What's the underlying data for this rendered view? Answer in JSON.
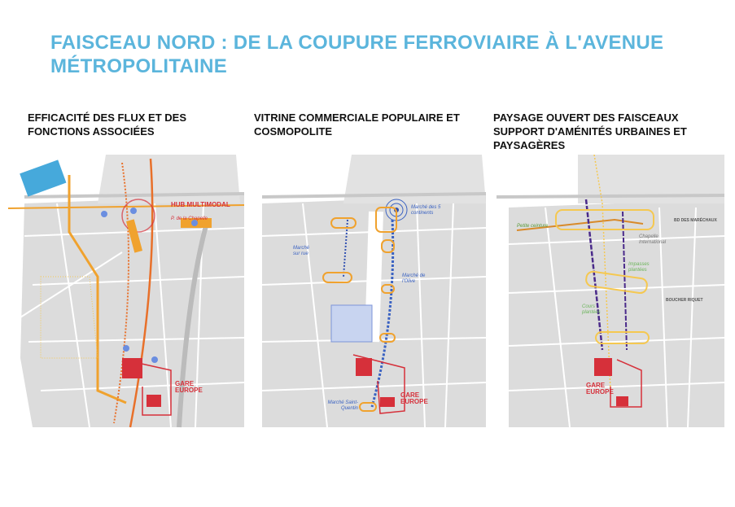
{
  "title": "FAISCEAU NORD : DE LA COUPURE FERROVIAIRE  À L'AVENUE MÉTROPOLITAINE",
  "panels": [
    {
      "title": "EFFICACITÉ DES FLUX ET DES FONCTIONS ASSOCIÉES",
      "labels": {
        "hub": "HUB MULTIMODAL",
        "hub_sub": "P. de la Chapelle",
        "gare": "GARE EUROPE"
      }
    },
    {
      "title": "VITRINE COMMERCIALE POPULAIRE ET COSMOPOLITE",
      "labels": {
        "m1": "Marché des 5 continents",
        "m2": "Marché sur rue",
        "m3": "Marché de l'Olive",
        "m4": "Marché Saint-Quentin",
        "gare": "GARE EUROPE"
      }
    },
    {
      "title": "PAYSAGE OUVERT DES FAISCEAUX SUPPORT D'AMÉNITÉS URBAINES ET PAYSAGÈRES",
      "labels": {
        "pc": "Petite ceinture",
        "bd": "BD DES MARÉCHAUX",
        "ci": "Chapelle International",
        "ip": "Impasses plantées",
        "cp": "Cours plantées",
        "br": "BOUCHER RIQUET",
        "gare": "GARE EUROPE"
      }
    }
  ],
  "colors": {
    "title": "#5bb5dc",
    "orange": "#f0a22e",
    "red": "#d6303a",
    "blue": "#2f4fb0",
    "purple": "#4a2a8a"
  }
}
